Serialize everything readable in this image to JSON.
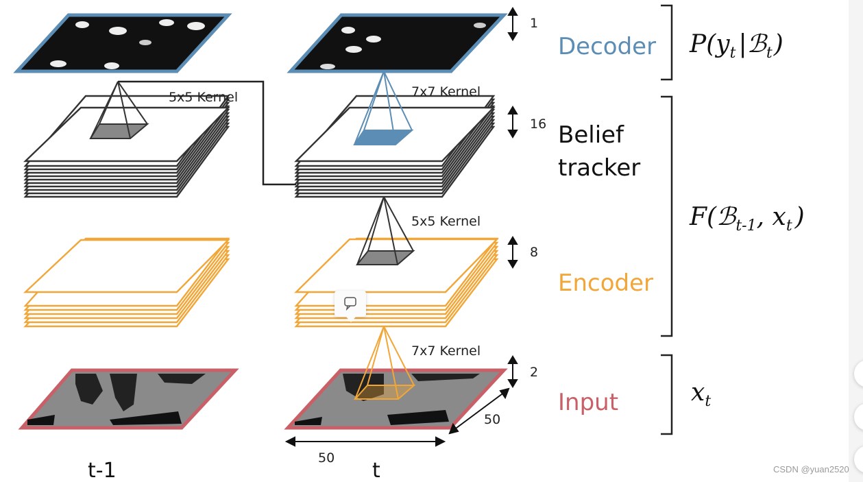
{
  "colors": {
    "decoder": "#5b8db5",
    "encoder": "#f2a637",
    "input": "#c96068",
    "belief": "#333333",
    "text": "#111111"
  },
  "layers": {
    "decoder": {
      "label": "Decoder",
      "count": "1"
    },
    "belief": {
      "label_line1": "Belief",
      "label_line2": "tracker",
      "count": "16"
    },
    "encoder": {
      "label": "Encoder",
      "count": "8"
    },
    "input": {
      "label": "Input",
      "count": "2"
    }
  },
  "kernels": {
    "prev_belief_to_decoder": "5x5 Kernel",
    "belief_to_decoder": "7x7 Kernel",
    "encoder_to_belief": "5x5 Kernel",
    "input_to_encoder": "7x7 Kernel"
  },
  "formulas": {
    "decoder": {
      "main": "P(y",
      "sub1": "t",
      "bar": "|ℬ",
      "sub2": "t",
      "close": ")"
    },
    "tracker": {
      "main": "F(ℬ",
      "sub1": "t-1",
      "comma": ", x",
      "sub2": "t",
      "close": ")"
    },
    "input": {
      "main": "x",
      "sub": "t"
    }
  },
  "time_labels": {
    "previous": "t-1",
    "current": "t"
  },
  "dimensions": {
    "width": "50",
    "depth": "50"
  },
  "icons": {
    "comment": "comment-icon"
  },
  "watermark": "CSDN @yuan2520"
}
